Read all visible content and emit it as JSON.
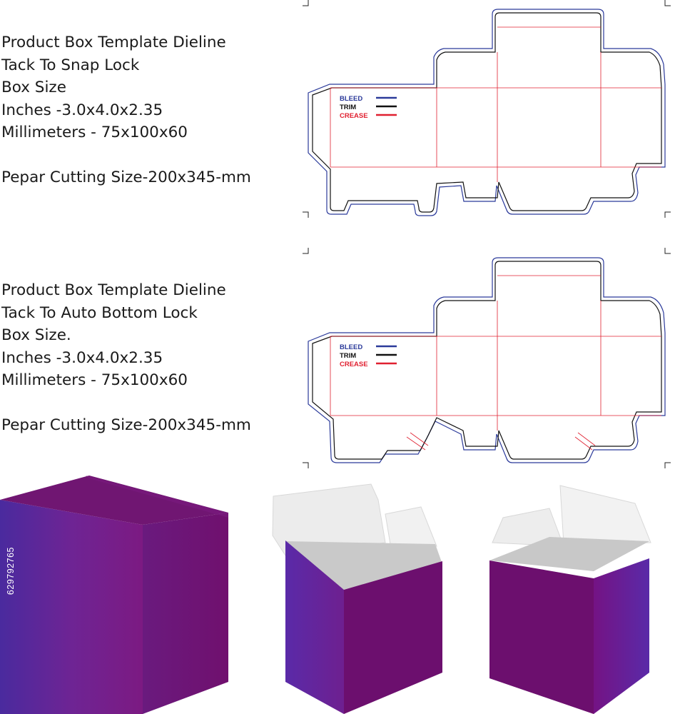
{
  "colors": {
    "bleed": "#2b3a9a",
    "trim": "#111111",
    "crease": "#e02030",
    "box_purple_dark": "#5a1d8c",
    "box_purple_mid": "#7a1a82",
    "box_purple_light": "#6b2aa8"
  },
  "template_1": {
    "lines": [
      "Product Box Template Dieline",
      "Tack To Snap Lock",
      "Box Size",
      "Inches -3.0x4.0x2.35",
      "Millimeters - 75x100x60"
    ],
    "paper_size": "Pepar Cutting Size-200x345-mm",
    "legend": {
      "bleed": "BLEED",
      "trim": "TRIM",
      "crease": "CREASE"
    }
  },
  "template_2": {
    "lines": [
      "Product Box Template Dieline",
      "Tack To Auto Bottom Lock",
      "Box Size.",
      "Inches -3.0x4.0x2.35",
      "Millimeters - 75x100x60"
    ],
    "paper_size": "Pepar Cutting Size-200x345-mm",
    "legend": {
      "bleed": "BLEED",
      "trim": "TRIM",
      "crease": "CREASE"
    }
  },
  "stock_id": "629792765",
  "mockups": [
    "closed-box",
    "open-box-front",
    "open-box-angled"
  ]
}
